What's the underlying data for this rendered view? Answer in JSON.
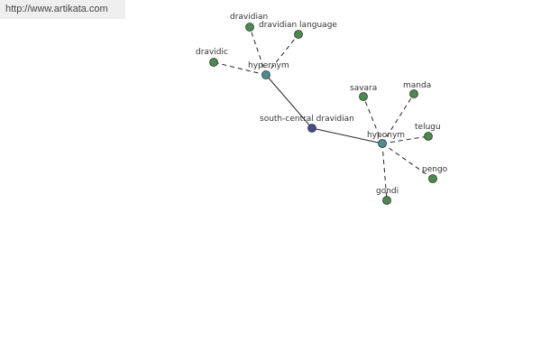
{
  "site": {
    "url": "http://www.artikata.com"
  },
  "graph": {
    "center": {
      "id": "center",
      "label": "south-central dravidian",
      "color": "#4a4a90"
    },
    "hubs": [
      {
        "id": "hypernym",
        "label": "hypernym",
        "color": "#4a9090"
      },
      {
        "id": "hyponym",
        "label": "hyponym",
        "color": "#4a9090"
      }
    ],
    "leaves": [
      {
        "id": "dravidian",
        "label": "dravidian",
        "hub": "hypernym"
      },
      {
        "id": "dravidian-language",
        "label": "dravidian language",
        "hub": "hypernym"
      },
      {
        "id": "dravidic",
        "label": "dravidic",
        "hub": "hypernym"
      },
      {
        "id": "savara",
        "label": "savara",
        "hub": "hyponym"
      },
      {
        "id": "manda",
        "label": "manda",
        "hub": "hyponym"
      },
      {
        "id": "telugu",
        "label": "telugu",
        "hub": "hyponym"
      },
      {
        "id": "pengo",
        "label": "pengo",
        "hub": "hyponym"
      },
      {
        "id": "gondi",
        "label": "gondi",
        "hub": "hyponym"
      }
    ],
    "leaf_color": "#4a8a4a",
    "edge_color": "#222222"
  }
}
